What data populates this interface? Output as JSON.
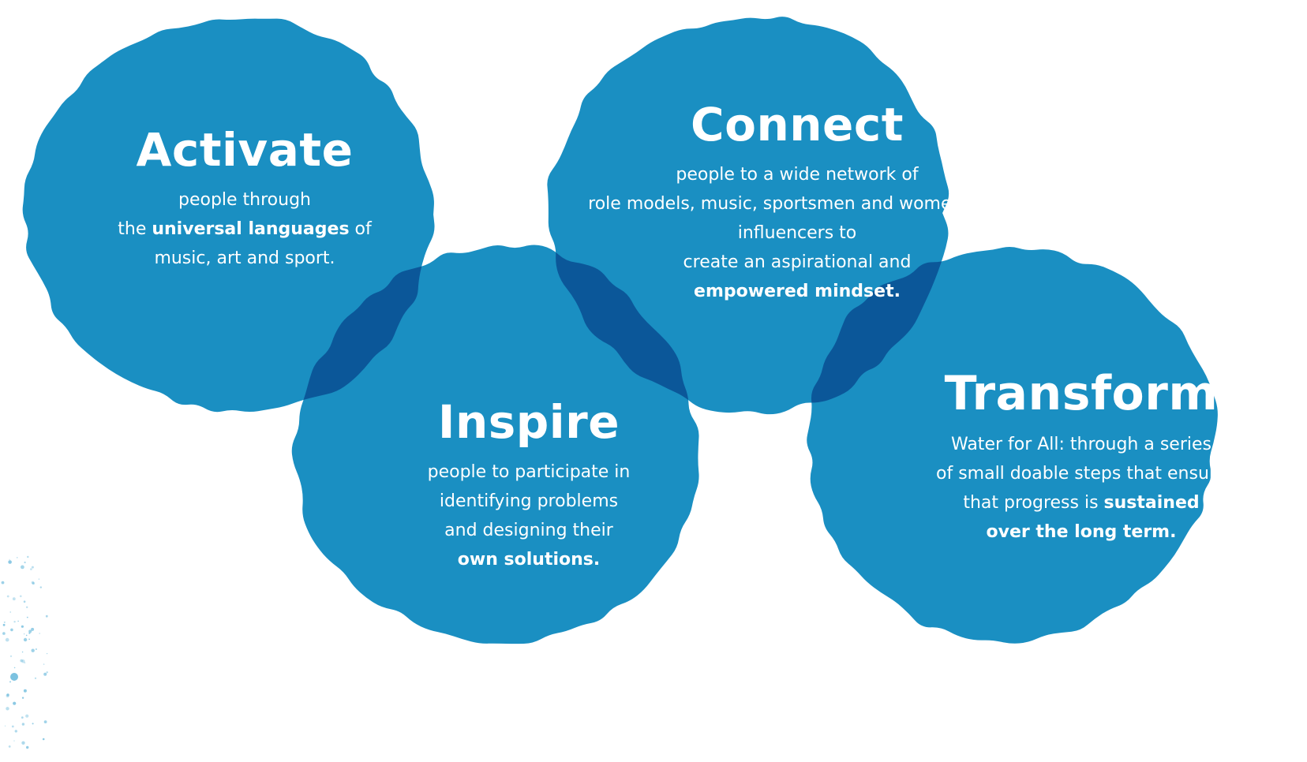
{
  "colors": {
    "blob": "#1a8fc2",
    "overlap": "#0b5799",
    "text": "#ffffff",
    "speckle": "#7cc2e0"
  },
  "activate": {
    "title": "Activate",
    "lines": [
      [
        {
          "t": "people through",
          "b": false
        }
      ],
      [
        {
          "t": "the ",
          "b": false
        },
        {
          "t": "universal languages",
          "b": true
        },
        {
          "t": " of",
          "b": false
        }
      ],
      [
        {
          "t": "music, art and sport.",
          "b": false
        }
      ]
    ]
  },
  "connect": {
    "title": "Connect",
    "lines": [
      [
        {
          "t": "people to a wide network of",
          "b": false
        }
      ],
      [
        {
          "t": "role models, music, sportsmen and women, and",
          "b": false
        }
      ],
      [
        {
          "t": "influencers to",
          "b": false
        }
      ],
      [
        {
          "t": "create an aspirational and",
          "b": false
        }
      ],
      [
        {
          "t": "empowered mindset.",
          "b": true
        }
      ]
    ]
  },
  "inspire": {
    "title": "Inspire",
    "lines": [
      [
        {
          "t": "people to participate in",
          "b": false
        }
      ],
      [
        {
          "t": "identifying problems",
          "b": false
        }
      ],
      [
        {
          "t": "and designing their",
          "b": false
        }
      ],
      [
        {
          "t": "own solutions.",
          "b": true
        }
      ]
    ]
  },
  "transform": {
    "title": "Transform",
    "lines": [
      [
        {
          "t": "Water for All: through a series",
          "b": false
        }
      ],
      [
        {
          "t": "of small doable steps that ensure",
          "b": false
        }
      ],
      [
        {
          "t": "that progress is ",
          "b": false
        },
        {
          "t": "sustained",
          "b": true
        }
      ],
      [
        {
          "t": "over the long term.",
          "b": true
        }
      ]
    ]
  }
}
